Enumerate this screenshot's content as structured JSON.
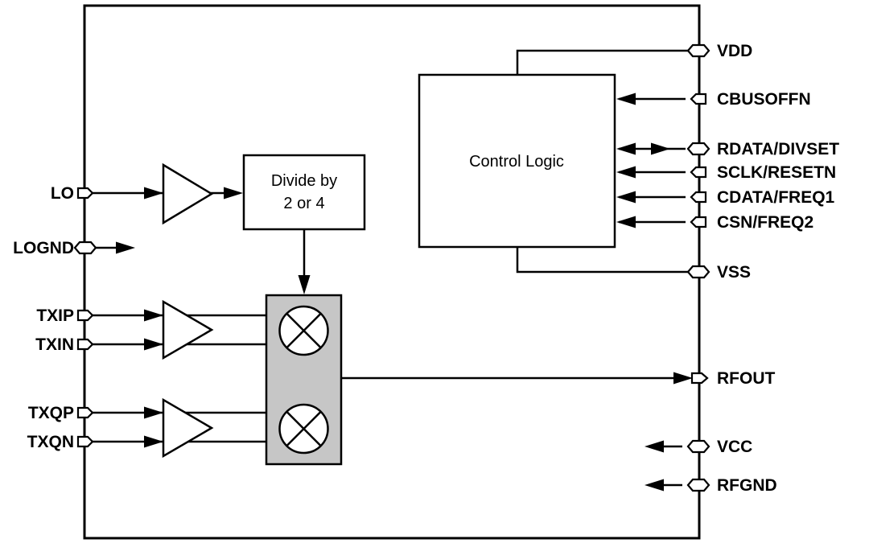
{
  "diagram": {
    "type": "ic-functional-block-diagram",
    "description": "Quadrature transmitter / modulator functional block diagram",
    "colors": {
      "background": "#ffffff",
      "line": "#000000",
      "text": "#000000",
      "block_fill": "#ffffff",
      "mixer_box_fill": "#c6c6c6"
    },
    "blocks": {
      "control_logic": {
        "label": "Control Logic"
      },
      "divider": {
        "line1": "Divide by",
        "line2": "2 or 4"
      },
      "lo_amp": {
        "name": "LO buffer amplifier"
      },
      "i_amp": {
        "name": "I-channel input amplifier"
      },
      "q_amp": {
        "name": "Q-channel input amplifier"
      },
      "mixer_block": {
        "name": "I/Q mixer block",
        "mixers": [
          "upper mixer",
          "lower mixer"
        ]
      }
    },
    "pins": {
      "left": [
        {
          "label": "LO",
          "symbol": "pentagon-input",
          "signal_direction": "input"
        },
        {
          "label": "LOGND",
          "symbol": "hexagon",
          "signal_direction": "ground"
        },
        {
          "label": "TXIP",
          "symbol": "pentagon-input",
          "signal_direction": "input"
        },
        {
          "label": "TXIN",
          "symbol": "pentagon-input",
          "signal_direction": "input"
        },
        {
          "label": "TXQP",
          "symbol": "pentagon-input",
          "signal_direction": "input"
        },
        {
          "label": "TXQN",
          "symbol": "pentagon-input",
          "signal_direction": "input"
        }
      ],
      "right": [
        {
          "label": "VDD",
          "symbol": "hexagon",
          "signal_direction": "supply"
        },
        {
          "label": "CBUSOFFN",
          "symbol": "pentagon-input",
          "signal_direction": "input"
        },
        {
          "label": "RDATA/DIVSET",
          "symbol": "hexagon",
          "signal_direction": "bidirectional"
        },
        {
          "label": "SCLK/RESETN",
          "symbol": "pentagon-input",
          "signal_direction": "input"
        },
        {
          "label": "CDATA/FREQ1",
          "symbol": "pentagon-input",
          "signal_direction": "input"
        },
        {
          "label": "CSN/FREQ2",
          "symbol": "pentagon-input",
          "signal_direction": "input"
        },
        {
          "label": "VSS",
          "symbol": "hexagon",
          "signal_direction": "supply"
        },
        {
          "label": "RFOUT",
          "symbol": "pentagon-output",
          "signal_direction": "output"
        },
        {
          "label": "VCC",
          "symbol": "hexagon",
          "signal_direction": "supply"
        },
        {
          "label": "RFGND",
          "symbol": "hexagon",
          "signal_direction": "ground"
        }
      ]
    }
  }
}
